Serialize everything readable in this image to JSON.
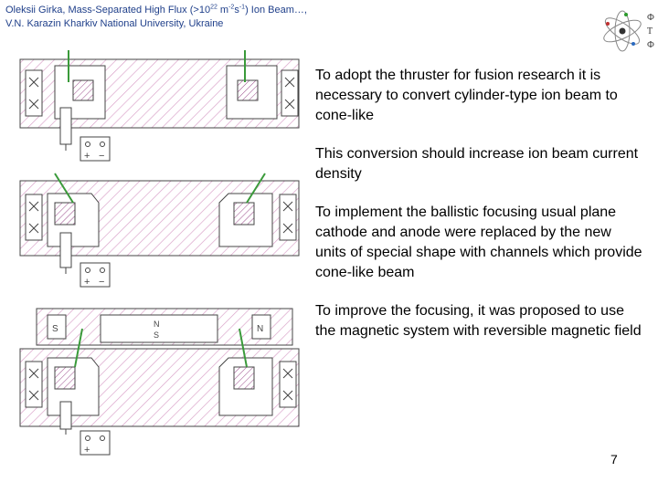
{
  "header": {
    "line1_pre": "Oleksii Girka, Mass-Separated High Flux (>10",
    "line1_exp1": "22",
    "line1_mid": " m",
    "line1_exp2": "-2",
    "line1_s": "s",
    "line1_exp3": "-1",
    "line1_post": ") Ion Beam…,",
    "line2": "V.N. Karazin Kharkiv National University, Ukraine"
  },
  "logo": {
    "letters": [
      "Ф",
      "Т",
      "Ф"
    ],
    "icon": "atom-logo-icon"
  },
  "paragraphs": [
    "To adopt the thruster for fusion research it is necessary to convert cylinder-type ion beam to cone-like",
    "This conversion should increase ion beam current density",
    "To implement the ballistic focusing usual plane cathode and anode were replaced by the new units of special shape with channels which provide cone-like beam",
    "To improve the focusing, it was proposed to use the magnetic  system with reversible magnetic field"
  ],
  "diagram_labels": {
    "plus": "+",
    "minus": "−",
    "magnet_s": "S",
    "magnet_n": "N"
  },
  "page_number": "7",
  "colors": {
    "header": "#1f3f8a",
    "hatch": "#d9a0c8",
    "beam": "#3a9a3a",
    "outline": "#444444"
  }
}
